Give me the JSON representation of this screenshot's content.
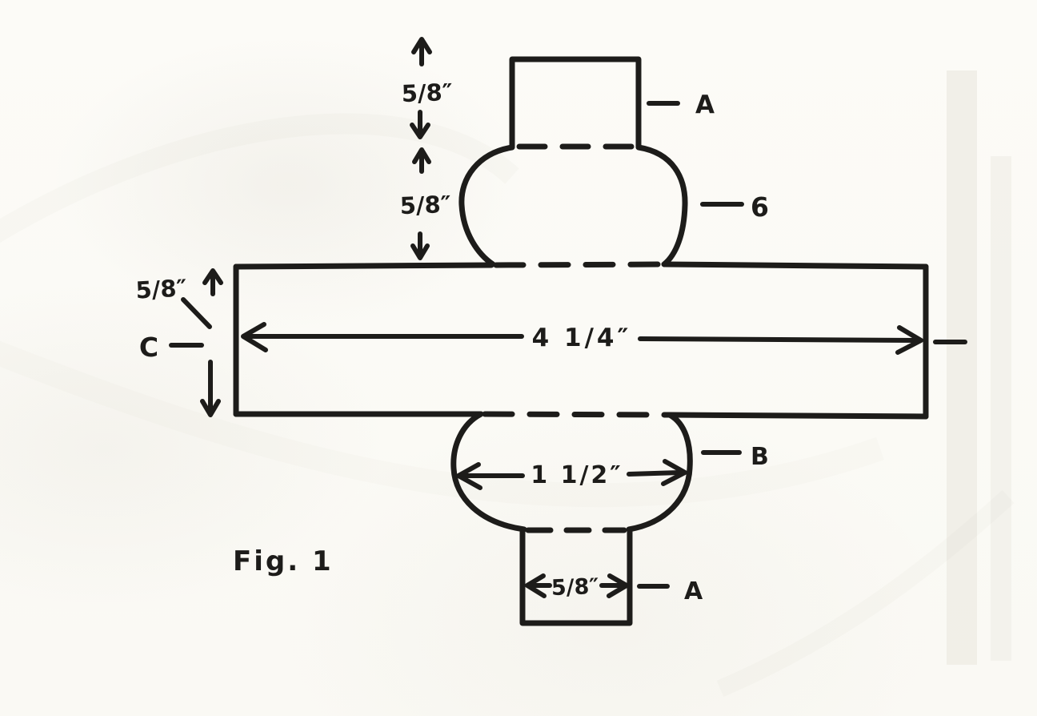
{
  "figure": {
    "caption": "Fig. 1",
    "ink_color": "#1d1c1a",
    "paper_color": "#fcfbf7",
    "callouts": {
      "top_tenon": "A",
      "top_bead": "6",
      "arm": "C",
      "bottom_bead": "B",
      "bottom_tenon": "A"
    },
    "dimensions": {
      "top_tenon_height": "5/8″",
      "top_bead_height": "5/8″",
      "arm_thickness": "5/8″",
      "arm_length": "4 1/4″",
      "bottom_bead_width": "1 1/2″",
      "bottom_tenon_width": "5/8″"
    }
  }
}
